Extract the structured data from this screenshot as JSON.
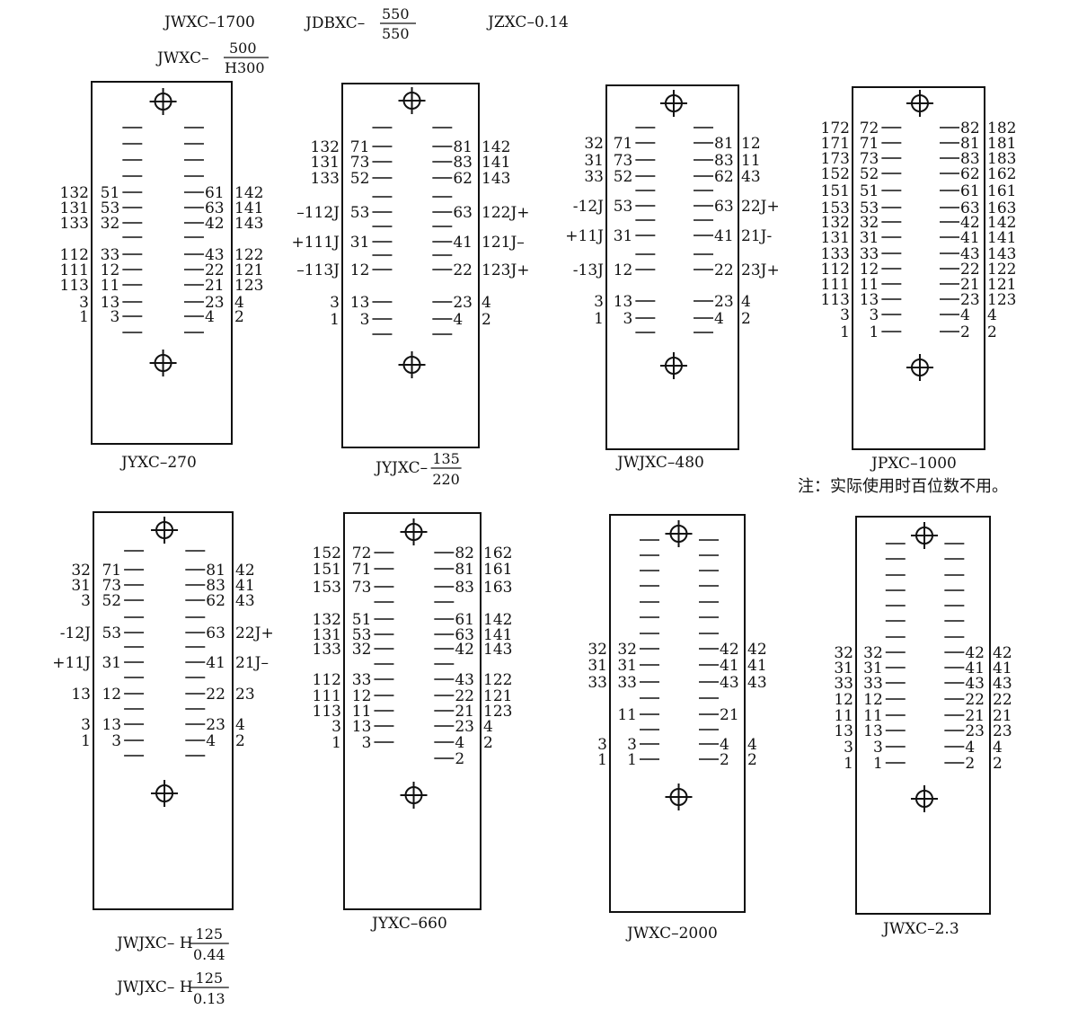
{
  "header": {
    "models_row1": [
      "JWXC–1700",
      "JZXC–0.14"
    ],
    "jdbxc": {
      "prefix": "JDBXC–",
      "num": "550",
      "den": "550"
    },
    "jwxc_frac": {
      "prefix": "JWXC–",
      "num": "500",
      "den": "H300"
    }
  },
  "note": "注：实际使用时百位数不用。",
  "relays": [
    {
      "id": "jyxc-270",
      "caption": {
        "text": "JYXC–270"
      },
      "left": [
        [
          "132",
          "51"
        ],
        [
          "131",
          "53"
        ],
        [
          "133",
          "32"
        ],
        [
          "112",
          "33"
        ],
        [
          "111",
          "12"
        ],
        [
          "113",
          "11"
        ],
        [
          "3",
          "13"
        ],
        [
          "1",
          "3"
        ]
      ],
      "right": [
        [
          "61",
          "142"
        ],
        [
          "63",
          "141"
        ],
        [
          "42",
          "143"
        ],
        [
          "43",
          "122"
        ],
        [
          "22",
          "121"
        ],
        [
          "21",
          "123"
        ],
        [
          "23",
          "4"
        ],
        [
          "4",
          "2"
        ]
      ]
    },
    {
      "id": "jyjxc-135-220",
      "caption": {
        "prefix": "JYJXC–",
        "num": "135",
        "den": "220"
      },
      "left": [
        [
          "132",
          "71"
        ],
        [
          "131",
          "73"
        ],
        [
          "133",
          "52"
        ],
        [
          "–112J",
          "53"
        ],
        [
          "+111J",
          "31"
        ],
        [
          "–113J",
          "12"
        ],
        [
          "3",
          "13"
        ],
        [
          "1",
          "3"
        ]
      ],
      "right": [
        [
          "81",
          "142"
        ],
        [
          "83",
          "141"
        ],
        [
          "62",
          "143"
        ],
        [
          "63",
          "122J+"
        ],
        [
          "41",
          "121J–"
        ],
        [
          "22",
          "123J+"
        ],
        [
          "23",
          "4"
        ],
        [
          "4",
          "2"
        ]
      ]
    },
    {
      "id": "jwjxc-480",
      "caption": {
        "text": "JWJXC–480"
      },
      "left": [
        [
          "32",
          "71"
        ],
        [
          "31",
          "73"
        ],
        [
          "33",
          "52"
        ],
        [
          "-12J",
          "53"
        ],
        [
          "+11J",
          "31"
        ],
        [
          "-13J",
          "12"
        ],
        [
          "3",
          "13"
        ],
        [
          "1",
          "3"
        ]
      ],
      "right": [
        [
          "81",
          "12"
        ],
        [
          "83",
          "11"
        ],
        [
          "62",
          "43"
        ],
        [
          "63",
          "22J+"
        ],
        [
          "41",
          "21J-"
        ],
        [
          "22",
          "23J+"
        ],
        [
          "23",
          "4"
        ],
        [
          "4",
          "2"
        ]
      ]
    },
    {
      "id": "jpxc-1000",
      "caption": {
        "text": "JPXC–1000"
      },
      "left": [
        [
          "172",
          "72"
        ],
        [
          "171",
          "71"
        ],
        [
          "173",
          "73"
        ],
        [
          "152",
          "52"
        ],
        [
          "151",
          "51"
        ],
        [
          "153",
          "53"
        ],
        [
          "132",
          "32"
        ],
        [
          "131",
          "31"
        ],
        [
          "133",
          "33"
        ],
        [
          "112",
          "12"
        ],
        [
          "111",
          "11"
        ],
        [
          "113",
          "13"
        ],
        [
          "3",
          "3"
        ],
        [
          "1",
          "1"
        ]
      ],
      "right": [
        [
          "82",
          "182"
        ],
        [
          "81",
          "181"
        ],
        [
          "83",
          "183"
        ],
        [
          "62",
          "162"
        ],
        [
          "61",
          "161"
        ],
        [
          "63",
          "163"
        ],
        [
          "42",
          "142"
        ],
        [
          "41",
          "141"
        ],
        [
          "43",
          "143"
        ],
        [
          "22",
          "122"
        ],
        [
          "21",
          "121"
        ],
        [
          "23",
          "123"
        ],
        [
          "4",
          "4"
        ],
        [
          "2",
          "2"
        ]
      ]
    },
    {
      "id": "jwjxc-h",
      "caption": {
        "prefix": "JWJXC– H",
        "num": "125",
        "den": "0.44"
      },
      "caption2": {
        "prefix": "JWJXC– H",
        "num": "125",
        "den": "0.13"
      },
      "left": [
        [
          "32",
          "71"
        ],
        [
          "31",
          "73"
        ],
        [
          "3",
          "52"
        ],
        [
          "-12J",
          "53"
        ],
        [
          "+11J",
          "31"
        ],
        [
          "13",
          "12"
        ],
        [
          "3",
          "13"
        ],
        [
          "1",
          "3"
        ]
      ],
      "right": [
        [
          "81",
          "42"
        ],
        [
          "83",
          "41"
        ],
        [
          "62",
          "43"
        ],
        [
          "63",
          "22J+"
        ],
        [
          "41",
          "21J–"
        ],
        [
          "22",
          "23"
        ],
        [
          "23",
          "4"
        ],
        [
          "4",
          "2"
        ]
      ]
    },
    {
      "id": "jyxc-660",
      "caption": {
        "text": "JYXC–660"
      },
      "left": [
        [
          "152",
          "72"
        ],
        [
          "151",
          "71"
        ],
        [
          "153",
          "73"
        ],
        [
          "132",
          "51"
        ],
        [
          "131",
          "53"
        ],
        [
          "133",
          "32"
        ],
        [
          "112",
          "33"
        ],
        [
          "111",
          "12"
        ],
        [
          "113",
          "11"
        ],
        [
          "3",
          "13"
        ],
        [
          "1",
          "3"
        ]
      ],
      "right": [
        [
          "82",
          "162"
        ],
        [
          "81",
          "161"
        ],
        [
          "83",
          "163"
        ],
        [
          "61",
          "142"
        ],
        [
          "63",
          "141"
        ],
        [
          "42",
          "143"
        ],
        [
          "43",
          "122"
        ],
        [
          "22",
          "121"
        ],
        [
          "21",
          "123"
        ],
        [
          "23",
          "4"
        ],
        [
          "4",
          "2"
        ],
        [
          "2",
          ""
        ]
      ]
    },
    {
      "id": "jwxc-2000",
      "caption": {
        "text": "JWXC–2000"
      },
      "left": [
        [
          "32",
          "32"
        ],
        [
          "31",
          "31"
        ],
        [
          "33",
          "33"
        ],
        [
          "",
          "11"
        ],
        [
          "3",
          "3"
        ],
        [
          "1",
          "1"
        ]
      ],
      "right": [
        [
          "42",
          "42"
        ],
        [
          "41",
          "41"
        ],
        [
          "43",
          "43"
        ],
        [
          "21",
          ""
        ],
        [
          "4",
          "4"
        ],
        [
          "2",
          "2"
        ]
      ]
    },
    {
      "id": "jwxc-2.3",
      "caption": {
        "text": "JWXC–2.3"
      },
      "left": [
        [
          "32",
          "32"
        ],
        [
          "31",
          "31"
        ],
        [
          "33",
          "33"
        ],
        [
          "12",
          "12"
        ],
        [
          "11",
          "11"
        ],
        [
          "13",
          "13"
        ],
        [
          "3",
          "3"
        ],
        [
          "1",
          "1"
        ]
      ],
      "right": [
        [
          "42",
          "42"
        ],
        [
          "41",
          "41"
        ],
        [
          "43",
          "43"
        ],
        [
          "22",
          "22"
        ],
        [
          "21",
          "21"
        ],
        [
          "23",
          "23"
        ],
        [
          "4",
          "4"
        ],
        [
          "2",
          "2"
        ]
      ]
    }
  ]
}
